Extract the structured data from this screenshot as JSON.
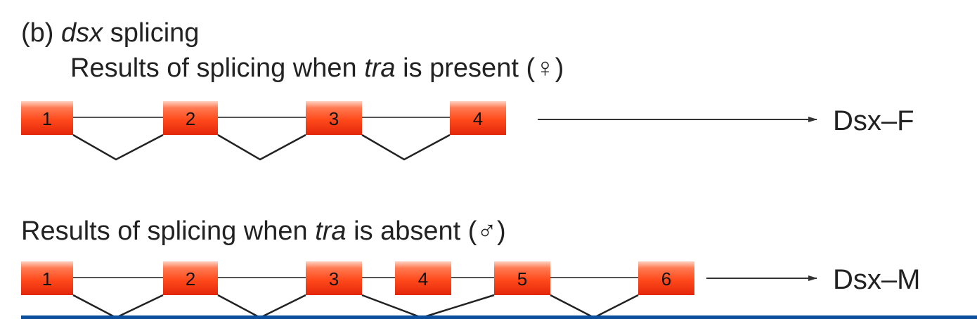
{
  "heading": {
    "prefix": "(b) ",
    "gene": "dsx",
    "suffix": " splicing"
  },
  "female": {
    "title_pre": "Results of splicing when ",
    "title_gene": "tra",
    "title_mid": " is present (",
    "title_symbol": "♀",
    "title_end": ")",
    "exons": [
      "1",
      "2",
      "3",
      "4"
    ],
    "product": "Dsx–F"
  },
  "male": {
    "title_pre": "Results of splicing when ",
    "title_gene": "tra",
    "title_mid": " is absent (",
    "title_symbol": "♂",
    "title_end": ")",
    "exons": [
      "1",
      "2",
      "3",
      "4",
      "5",
      "6"
    ],
    "product": "Dsx–M"
  },
  "colors": {
    "exon_top": "#ffd2c2",
    "exon_mid": "#ff4a1c",
    "exon_bottom": "#e3260a",
    "rule": "#0b4f9e"
  }
}
